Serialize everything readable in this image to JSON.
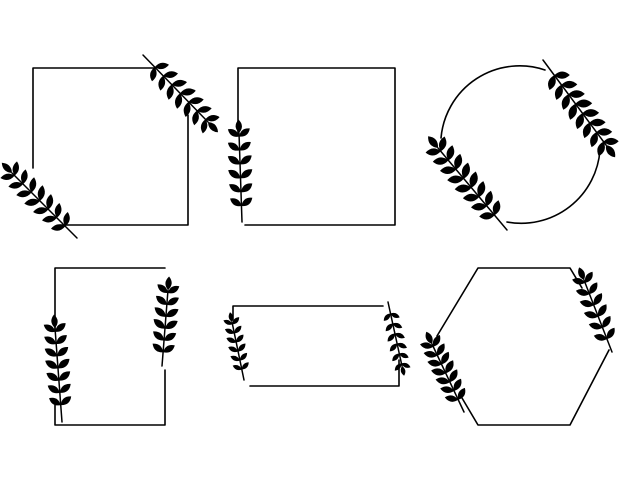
{
  "colors": {
    "background": "#ffffff",
    "ink": "#000000"
  },
  "frames": [
    {
      "name": "square-frame-tilted",
      "shape": "square",
      "leaf_branches": 2
    },
    {
      "name": "square-frame",
      "shape": "square",
      "leaf_branches": 1
    },
    {
      "name": "circle-frame",
      "shape": "circle",
      "leaf_branches": 2
    },
    {
      "name": "tall-rectangle-frame",
      "shape": "rectangle",
      "leaf_branches": 2
    },
    {
      "name": "wide-rectangle-frame",
      "shape": "rectangle",
      "leaf_branches": 2
    },
    {
      "name": "hexagon-frame",
      "shape": "hexagon",
      "leaf_branches": 2
    }
  ],
  "icons": [
    "laurel-branch-icon"
  ]
}
